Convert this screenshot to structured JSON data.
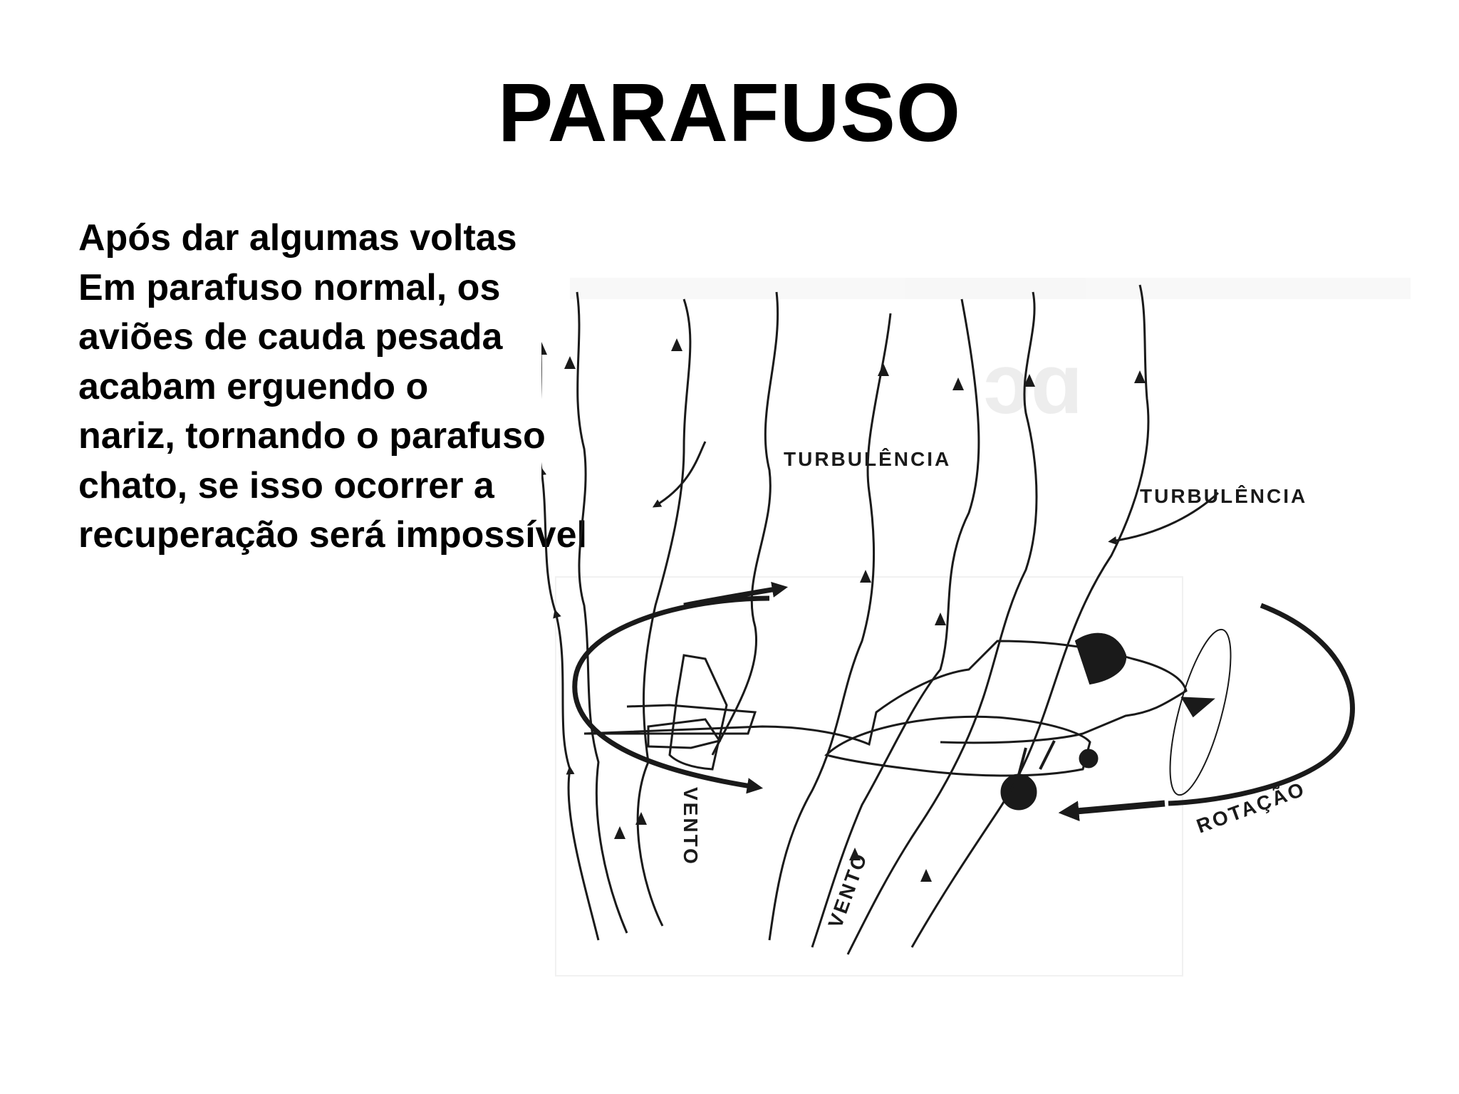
{
  "slide": {
    "title": "PARAFUSO",
    "body_lines": [
      "Após dar algumas voltas",
      "Em parafuso normal, os",
      "aviões de cauda pesada",
      "acabam erguendo o",
      "nariz, tornando o parafuso",
      "chato, se isso ocorrer a",
      "recuperação será impossível"
    ]
  },
  "diagram": {
    "labels": {
      "turbulence_left": "TURBULÊNCIA",
      "turbulence_right": "TURBULÊNCIA",
      "wind_left": "VENTO",
      "wind_center": "VENTO",
      "rotation": "ROTAÇÃO"
    },
    "icons": {
      "airplane": "airplane-icon",
      "rotation_arrow": "rotation-arrow-icon",
      "airflow_lines": "airflow-lines-icon"
    },
    "colors": {
      "ink": "#1a1a1a",
      "background": "#ffffff"
    }
  }
}
